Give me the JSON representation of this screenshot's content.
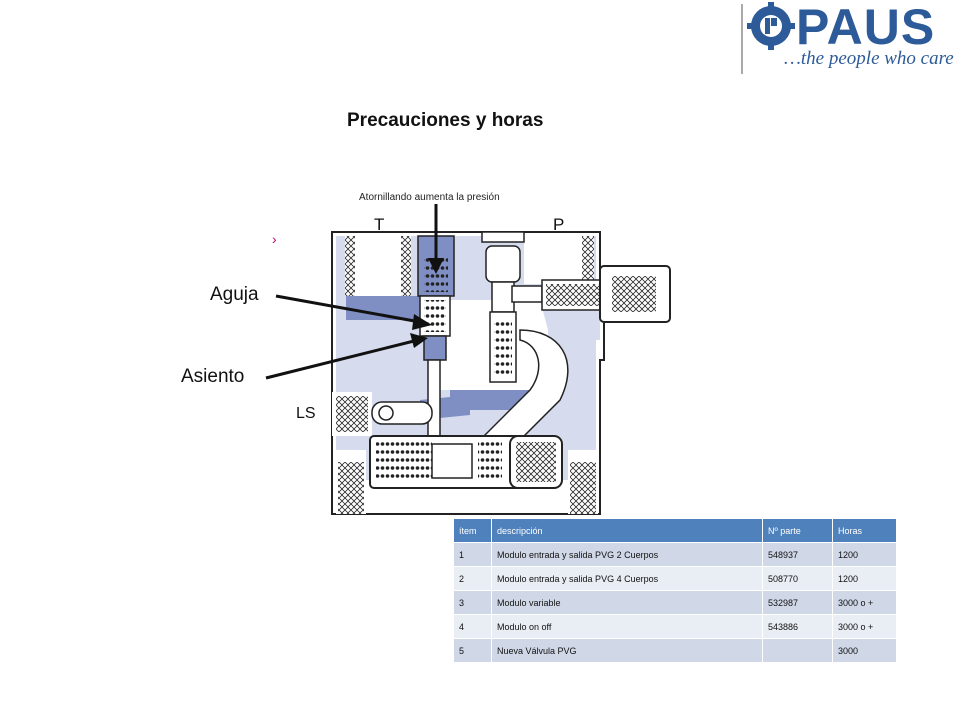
{
  "logo": {
    "word": "PAUS",
    "tagline": "…the people who care",
    "color": "#2d5a98"
  },
  "title": "Precauciones y horas",
  "diagram": {
    "note": "Atornillando aumenta la presión",
    "port_t": "T",
    "port_p": "P",
    "port_ls": "LS",
    "label_aguja": "Aguja",
    "label_asiento": "Asiento"
  },
  "table": {
    "headers": [
      "ítem",
      "descripción",
      "Nº parte",
      "Horas"
    ],
    "rows": [
      [
        "1",
        "Modulo  entrada y salida PVG 2 Cuerpos",
        "548937",
        "1200"
      ],
      [
        "2",
        "Modulo  entrada y salida PVG 4 Cuerpos",
        "508770",
        "1200"
      ],
      [
        "3",
        "Modulo variable",
        "532987",
        "3000 o +"
      ],
      [
        "4",
        "Modulo on off",
        "543886",
        "3000 o +"
      ],
      [
        "5",
        "Nueva Válvula PVG",
        "",
        "3000"
      ]
    ],
    "header_color": "#4f81bd"
  }
}
